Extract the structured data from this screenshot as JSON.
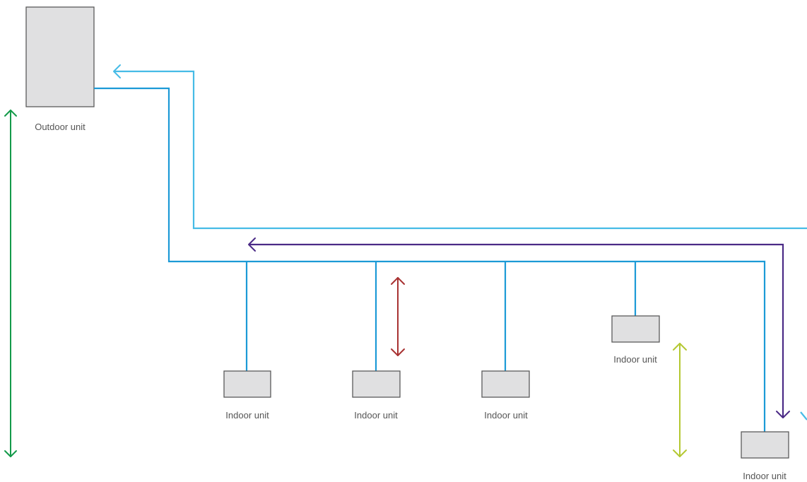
{
  "outdoor_unit": {
    "label": "Outdoor unit"
  },
  "indoor_units": [
    {
      "label": "Indoor unit"
    },
    {
      "label": "Indoor unit"
    },
    {
      "label": "Indoor unit"
    },
    {
      "label": "Indoor unit"
    },
    {
      "label": "Indoor unit"
    }
  ],
  "colors": {
    "pipe": "#1c9ad6",
    "flow_return": "#46bbe6",
    "flow_supply": "#4b2a86",
    "height_total": "#149a4a",
    "height_indoor_pair": "#a83232",
    "height_indoor_span": "#b4c832",
    "unit_fill": "#e0e0e1"
  }
}
